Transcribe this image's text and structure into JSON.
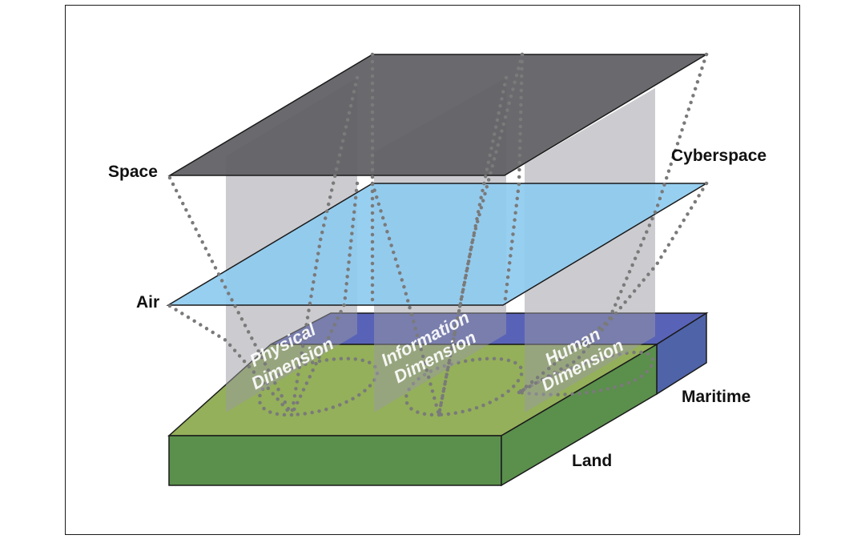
{
  "domains": {
    "space": "Space",
    "air": "Air",
    "cyberspace": "Cyberspace",
    "maritime": "Maritime",
    "land": "Land"
  },
  "dimensions": [
    {
      "line1": "Physical",
      "line2": "Dimension"
    },
    {
      "line1": "Information",
      "line2": "Dimension"
    },
    {
      "line1": "Human",
      "line2": "Dimension"
    }
  ],
  "colors": {
    "space_plane": "#5f5f63",
    "air_plane": "#8ecbef",
    "land_top": "#94b05a",
    "land_side": "#5a8f4c",
    "maritime_top": "#5863b8",
    "maritime_side": "#4f63a8",
    "dimension_panel": "#9a9aa2"
  }
}
